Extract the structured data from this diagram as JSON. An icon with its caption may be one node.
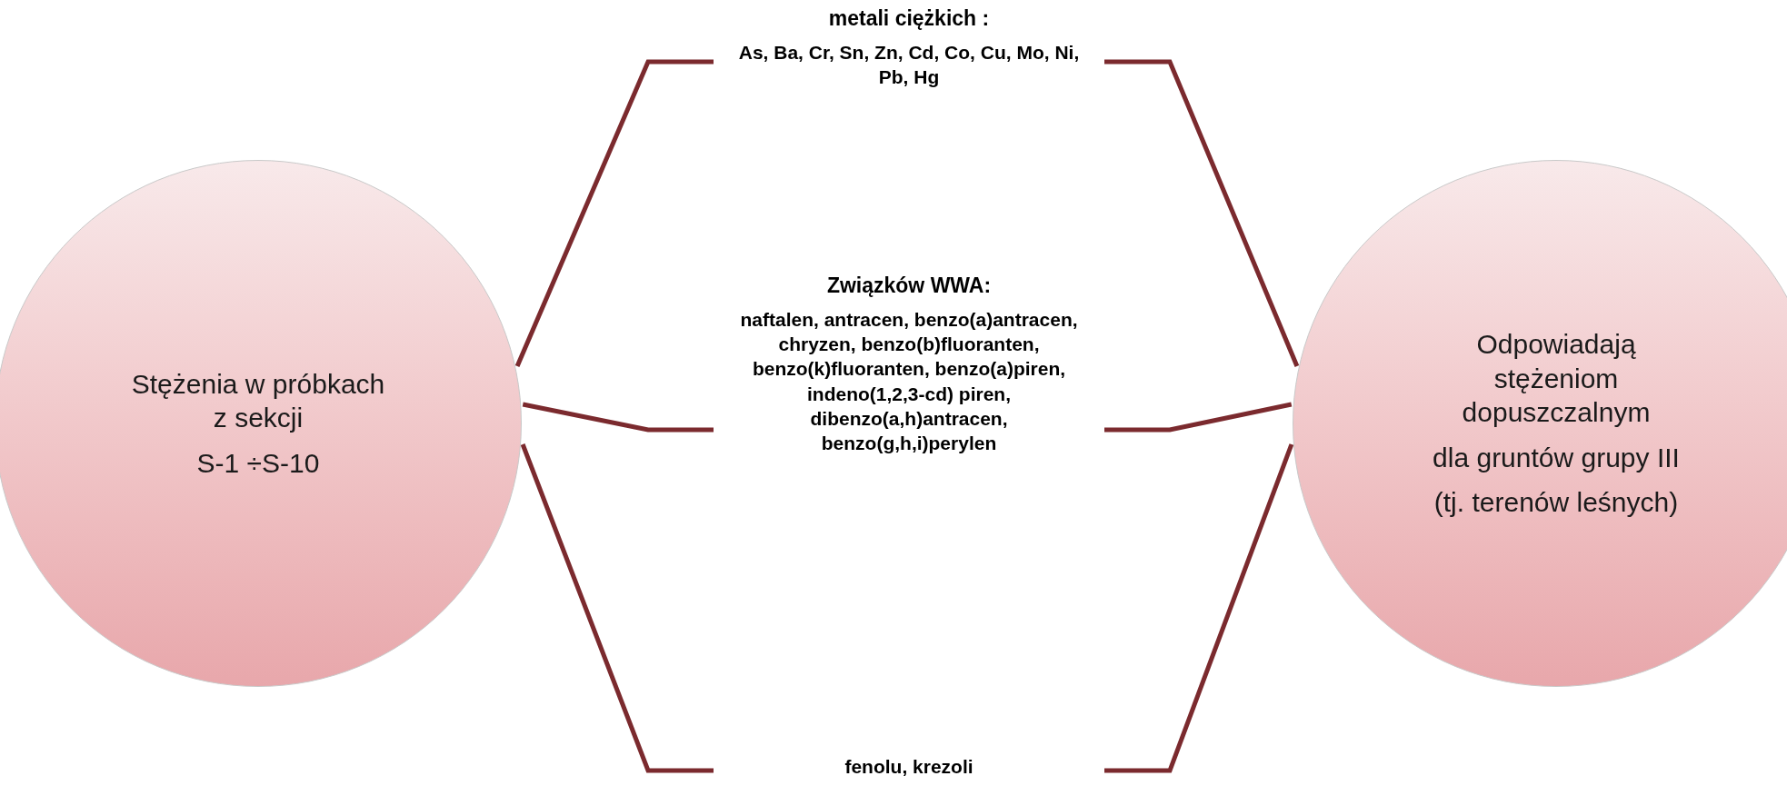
{
  "diagram": {
    "nodes": [
      {
        "text": [
          "Stężenia w próbkach z sekcji",
          "S-1 ÷S-10"
        ]
      },
      {
        "text": [
          "**metali ciężkich** :",
          "As, Ba, Cr, Sn, Zn, Cd, Co, Cu, Mo, Ni, Pb, Hg"
        ]
      },
      {
        "text": [
          "Związków WWA:",
          "naftalen, antracen, benzo(a)antracen, chryzen, benzo(b)fluoranten, benzo(k)fluoranten, benzo(a)piren, indeno(1,2,3-cd) piren, dibenzo(a,h)antracen, benzo(g,h,i)perylen"
        ]
      },
      {
        "text": [
          "fenolu, krezoli"
        ]
      },
      {
        "text": [
          "Odpowiadają stężeniom dopuszczalnym",
          "dla gruntów grupy III",
          "(tj. terenów leśnych)"
        ]
      }
    ],
    "edges": [
      {
        "from": 0,
        "to": 1,
        "arrow": "none"
      },
      {
        "from": 0,
        "to": 2,
        "arrow": "none"
      },
      {
        "from": 0,
        "to": 3,
        "arrow": "none"
      },
      {
        "from": 1,
        "to": 4,
        "arrow": "none"
      },
      {
        "from": 2,
        "to": 4,
        "arrow": "none"
      },
      {
        "from": 3,
        "to": 4,
        "arrow": "none"
      }
    ]
  }
}
